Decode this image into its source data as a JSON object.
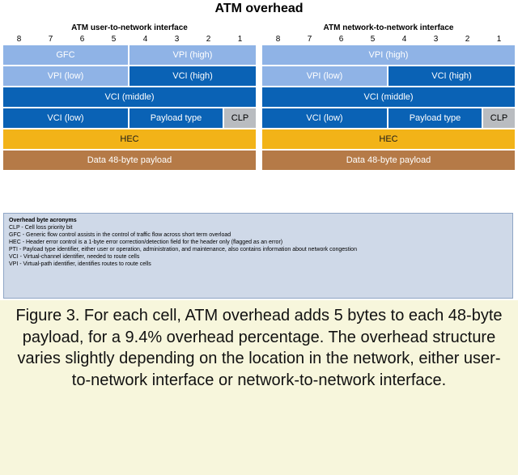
{
  "title": "ATM overhead",
  "panels": [
    {
      "title": "ATM user-to-network interface",
      "bits": [
        "8",
        "7",
        "6",
        "5",
        "4",
        "3",
        "2",
        "1"
      ],
      "rows": [
        [
          {
            "label": "GFC",
            "span": 4,
            "color": "light"
          },
          {
            "label": "VPI (high)",
            "span": 4,
            "color": "light"
          }
        ],
        [
          {
            "label": "VPI (low)",
            "span": 4,
            "color": "light"
          },
          {
            "label": "VCI (high)",
            "span": 4,
            "color": "blue"
          }
        ],
        [
          {
            "label": "VCI (middle)",
            "span": 8,
            "color": "blue"
          }
        ],
        [
          {
            "label": "VCI (low)",
            "span": 4,
            "color": "blue"
          },
          {
            "label": "Payload type",
            "span": 3,
            "color": "blue"
          },
          {
            "label": "CLP",
            "span": 1,
            "color": "gray"
          }
        ],
        [
          {
            "label": "HEC",
            "span": 8,
            "color": "yellow"
          }
        ],
        [
          {
            "label": "Data 48-byte payload",
            "span": 8,
            "color": "brown"
          }
        ]
      ]
    },
    {
      "title": "ATM network-to-network interface",
      "bits": [
        "8",
        "7",
        "6",
        "5",
        "4",
        "3",
        "2",
        "1"
      ],
      "rows": [
        [
          {
            "label": "VPI (high)",
            "span": 8,
            "color": "light"
          }
        ],
        [
          {
            "label": "VPI (low)",
            "span": 4,
            "color": "light"
          },
          {
            "label": "VCI (high)",
            "span": 4,
            "color": "blue"
          }
        ],
        [
          {
            "label": "VCI (middle)",
            "span": 8,
            "color": "blue"
          }
        ],
        [
          {
            "label": "VCI (low)",
            "span": 4,
            "color": "blue"
          },
          {
            "label": "Payload type",
            "span": 3,
            "color": "blue"
          },
          {
            "label": "CLP",
            "span": 1,
            "color": "gray"
          }
        ],
        [
          {
            "label": "HEC",
            "span": 8,
            "color": "yellow"
          }
        ],
        [
          {
            "label": "Data 48-byte payload",
            "span": 8,
            "color": "brown"
          }
        ]
      ]
    }
  ],
  "legend": {
    "title": "Overhead byte acronyms",
    "items": [
      "CLP - Cell loss priority bit",
      "GFC - Generic flow control assists in the control of traffic flow across short term overload",
      "HEC - Header error control is a 1-byte error correction/detection field for the header only (flagged as an error)",
      "PTI - Payload type identifier, either user or operation, administration, and maintenance, also contains information about network congestion",
      "VCI - Virtual-channel identifier, needed to route cells",
      "VPI - Virtual-path identifier, identifies routes to route cells"
    ]
  },
  "caption": "Figure 3. For each cell, ATM overhead adds 5 bytes to each 48-byte payload, for a 9.4% overhead percentage. The overhead structure varies slightly depending on the location in the network, either user-to-network interface or network-to-network interface.",
  "colors": {
    "light": "#8fb3e6",
    "blue": "#0a62b5",
    "gray": "#b9bcc0",
    "yellow": "#f2b318",
    "brown": "#b57a47",
    "legend_bg": "#cfd9e8",
    "caption_bg": "#f7f6dc"
  }
}
